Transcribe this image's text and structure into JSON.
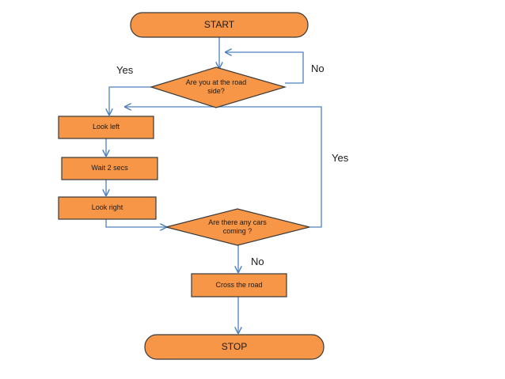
{
  "nodes": {
    "start": "START",
    "q_roadside": "Are you at the road side?",
    "look_left": "Look left",
    "wait": "Wait 2 secs",
    "look_right": "Look right",
    "q_cars": "Are there any cars coming ?",
    "cross": "Cross the road",
    "stop": "STOP"
  },
  "edges": {
    "roadside_yes": "Yes",
    "roadside_no": "No",
    "cars_yes": "Yes",
    "cars_no": "No"
  },
  "colors": {
    "fill": "#F79646",
    "stroke": "#3A3A3A",
    "connector": "#4F81BD"
  }
}
